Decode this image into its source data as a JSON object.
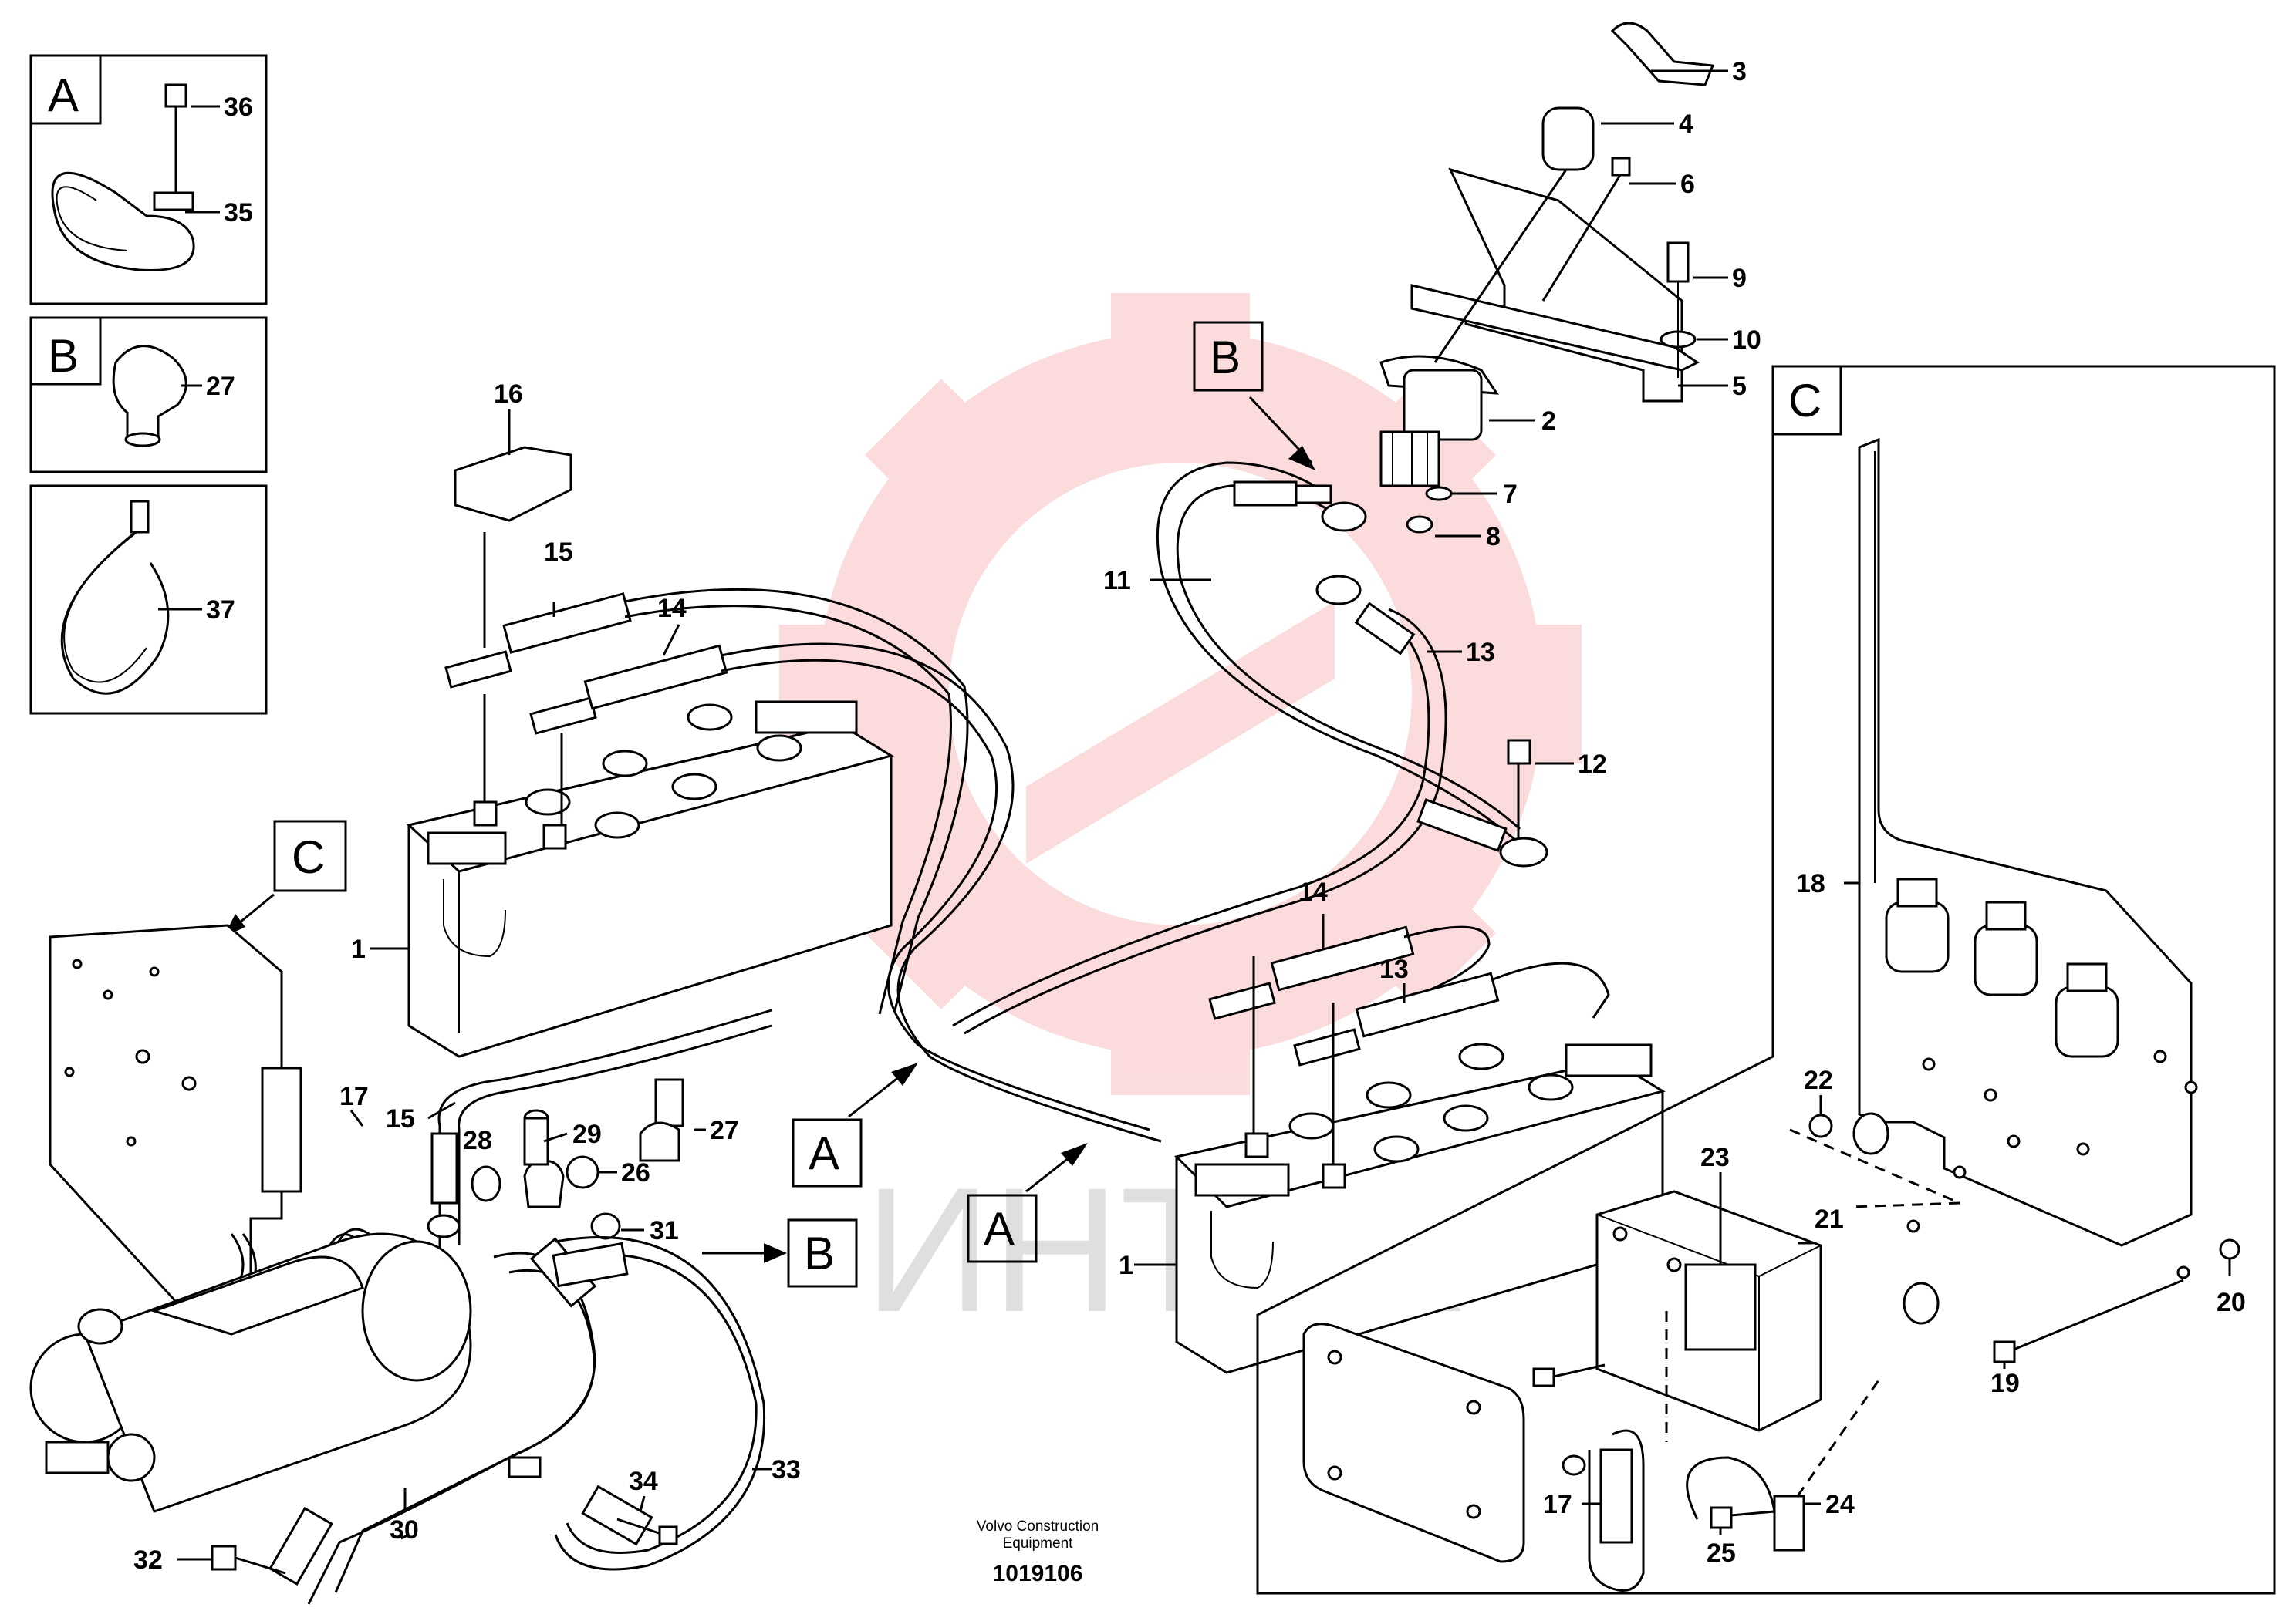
{
  "callout_numbers": [
    "1",
    "2",
    "3",
    "4",
    "5",
    "6",
    "7",
    "8",
    "9",
    "10",
    "11",
    "12",
    "13",
    "14",
    "15",
    "16",
    "17",
    "18",
    "19",
    "20",
    "21",
    "22",
    "23",
    "24",
    "25",
    "26",
    "27",
    "28",
    "29",
    "30",
    "31",
    "32",
    "33",
    "34",
    "35",
    "36",
    "37"
  ],
  "detail_letters": {
    "a": "A",
    "b": "B",
    "c": "C"
  },
  "labels": {
    "l36": "36",
    "l35": "35",
    "l27a": "27",
    "l37": "37",
    "l3": "3",
    "l4": "4",
    "l6": "6",
    "l9": "9",
    "l10": "10",
    "l5": "5",
    "l2": "2",
    "l7": "7",
    "l8": "8",
    "l11": "11",
    "l13a": "13",
    "l12": "12",
    "l16": "16",
    "l15a": "15",
    "l14a": "14",
    "l1a": "1",
    "l14b": "14",
    "l13b": "13",
    "l1b": "1",
    "l17a": "17",
    "l15b": "15",
    "l28": "28",
    "l29": "29",
    "l26": "26",
    "l27b": "27",
    "l31": "31",
    "l30": "30",
    "l33": "33",
    "l34": "34",
    "l32": "32",
    "l18": "18",
    "l22": "22",
    "l23": "23",
    "l21": "21",
    "l20": "20",
    "l19": "19",
    "l17b": "17",
    "l25": "25",
    "l24": "24"
  },
  "footer": {
    "company_line1": "Volvo Construction",
    "company_line2": "Equipment",
    "doc_number": "1019106"
  },
  "watermark": {
    "text": "ИНТЕХ",
    "color": "#e8262a"
  }
}
